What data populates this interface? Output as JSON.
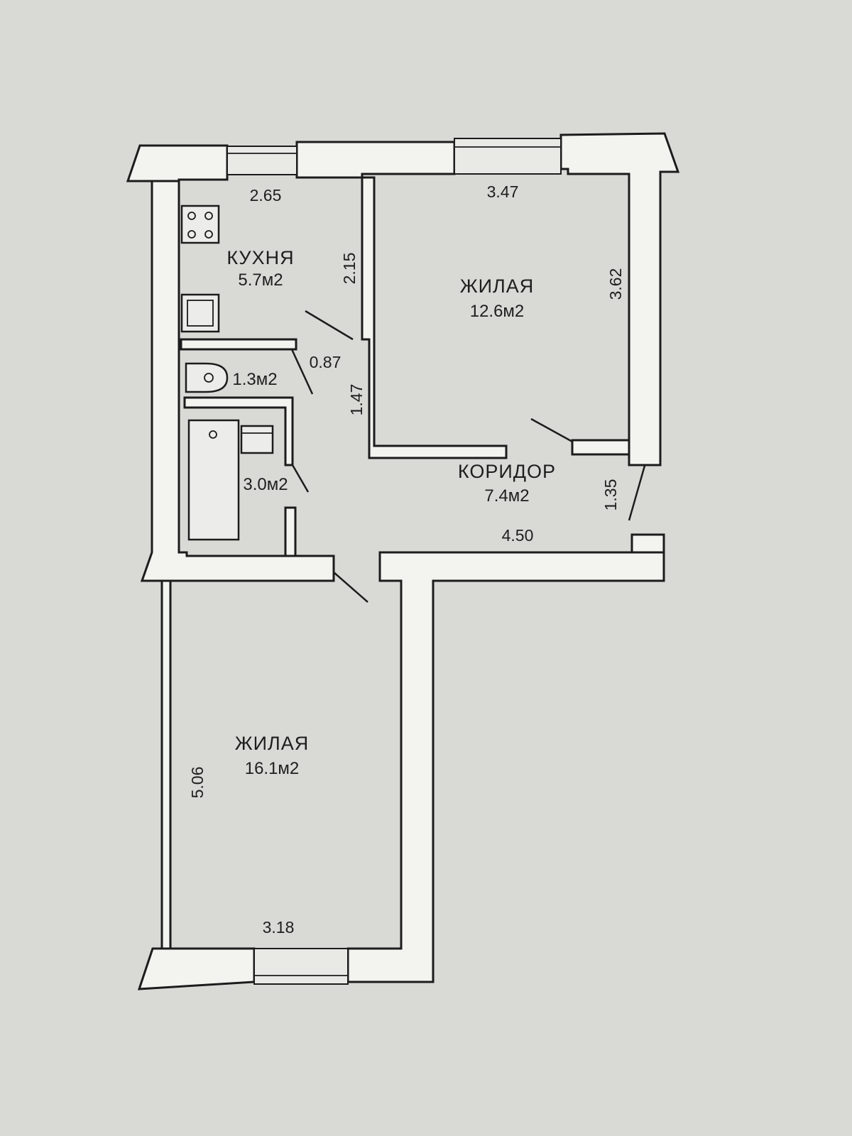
{
  "rooms": {
    "kitchen": {
      "name": "КУХНЯ",
      "area": "5.7м2"
    },
    "living_1": {
      "name": "ЖИЛАЯ",
      "area": "12.6м2"
    },
    "living_2": {
      "name": "ЖИЛАЯ",
      "area": "16.1м2"
    },
    "corridor": {
      "name": "КОРИДОР",
      "area": "7.4м2"
    },
    "toilet": {
      "area": "1.3м2"
    },
    "bathroom": {
      "area": "3.0м2"
    }
  },
  "dimensions": {
    "kitchen_width": "2.65",
    "kitchen_depth": "2.15",
    "living_1_width": "3.47",
    "living_1_depth": "3.62",
    "toilet_width": "0.87",
    "bath_depth": "1.47",
    "entry_width": "1.35",
    "corridor_length": "4.50",
    "living_2_depth": "5.06",
    "living_2_width": "3.18"
  },
  "colors": {
    "paper": "#d9d9d6",
    "wall_fill": "#f3f3f0",
    "ink": "#1c1c1c"
  }
}
